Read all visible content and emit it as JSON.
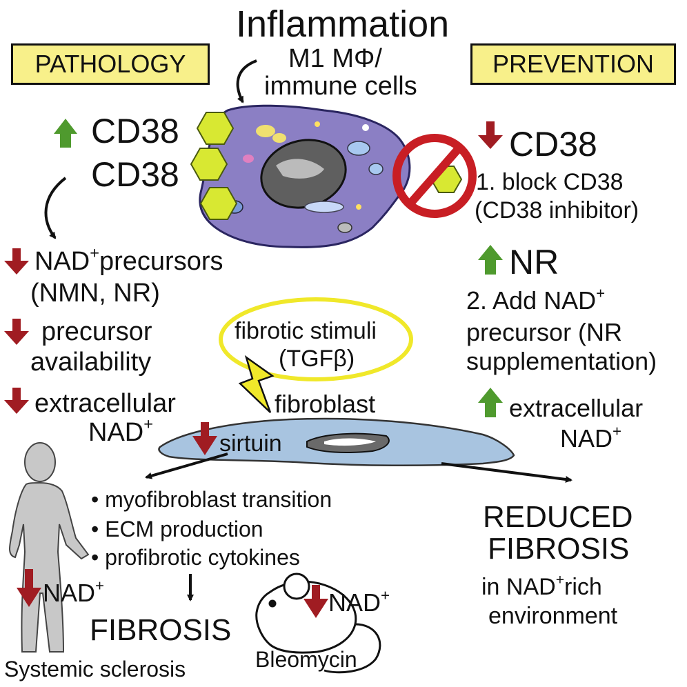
{
  "title": "Inflammation",
  "labels": {
    "pathology": "PATHOLOGY",
    "prevention": "PREVENTION"
  },
  "immune": {
    "line1": "M1 MΦ/",
    "line2": "immune cells"
  },
  "pathology_side": {
    "cd38_up": "CD38",
    "cd38_cell": "CD38",
    "nad_precursors_prefix": "NAD",
    "nad_sup": "+",
    "nad_precursors_suffix": "precursors",
    "nad_precursors_examples": "(NMN, NR)",
    "precursor_line1": "precursor",
    "precursor_line2": "availability",
    "extracellular_line1": "extracellular",
    "extracellular_line2": "NAD",
    "extracellular_sup": "+"
  },
  "prevention_side": {
    "cd38_down": "CD38",
    "step1_line1": "1.  block CD38",
    "step1_line2": "(CD38 inhibitor)",
    "nr_up": "NR",
    "step2_line1": "2.  Add NAD",
    "step2_sup": "+",
    "step2_line2": "precursor (NR",
    "step2_line3": "supplementation)",
    "extracellular_line1": "extracellular",
    "extracellular_line2": "NAD",
    "extracellular_sup": "+"
  },
  "stimuli": {
    "line1": "fibrotic stimuli",
    "line2": "(TGFβ)"
  },
  "fibroblast": {
    "label": "fibroblast",
    "sirtuin": "sirtuin"
  },
  "outcomes": {
    "bullets": [
      "• myofibroblast transition",
      "• ECM production",
      "• profibrotic cytokines"
    ],
    "fibrosis": "FIBROSIS",
    "reduced_line1": "REDUCED",
    "reduced_line2": "FIBROSIS",
    "rich_prefix": "in NAD",
    "rich_sup": "+",
    "rich_suffix": "rich",
    "rich_line2": "environment"
  },
  "human": {
    "nad": "NAD",
    "sup": "+",
    "caption": "Systemic sclerosis"
  },
  "mouse": {
    "nad": "NAD",
    "sup": "+",
    "caption": "Bleomycin"
  },
  "colors": {
    "cell": "#8b7fc4",
    "fibroblast": "#a8c4e0",
    "hexagon": "#d8e832",
    "label_box": "#f8f08a",
    "down_arrow": "#a01c22",
    "up_arrow": "#4f9a2e",
    "ellipse": "#f0e82a",
    "prohibit": "#c81e24"
  }
}
